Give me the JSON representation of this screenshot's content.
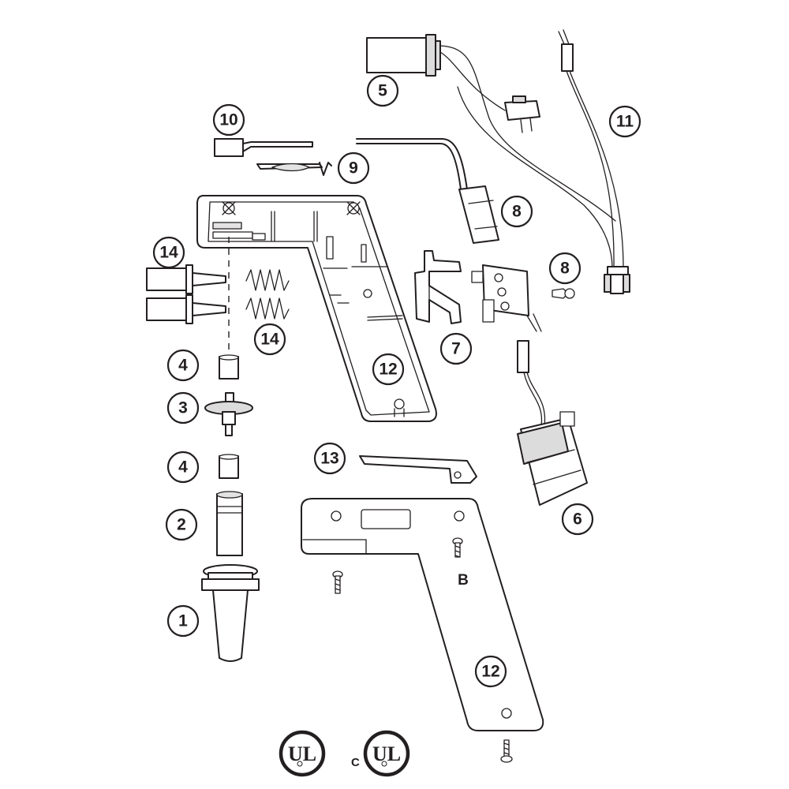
{
  "callouts": {
    "c1": "1",
    "c2": "2",
    "c3": "3",
    "c4a": "4",
    "c4b": "4",
    "c5": "5",
    "c6": "6",
    "c7": "7",
    "c8a": "8",
    "c8b": "8",
    "c9": "9",
    "c10": "10",
    "c11": "11",
    "c12a": "12",
    "c12b": "12",
    "c13": "13",
    "c14a": "14",
    "c14b": "14"
  },
  "screw_label": "B",
  "certification": {
    "ul_left": "UL",
    "ul_right": "UL",
    "c_prefix": "C"
  }
}
